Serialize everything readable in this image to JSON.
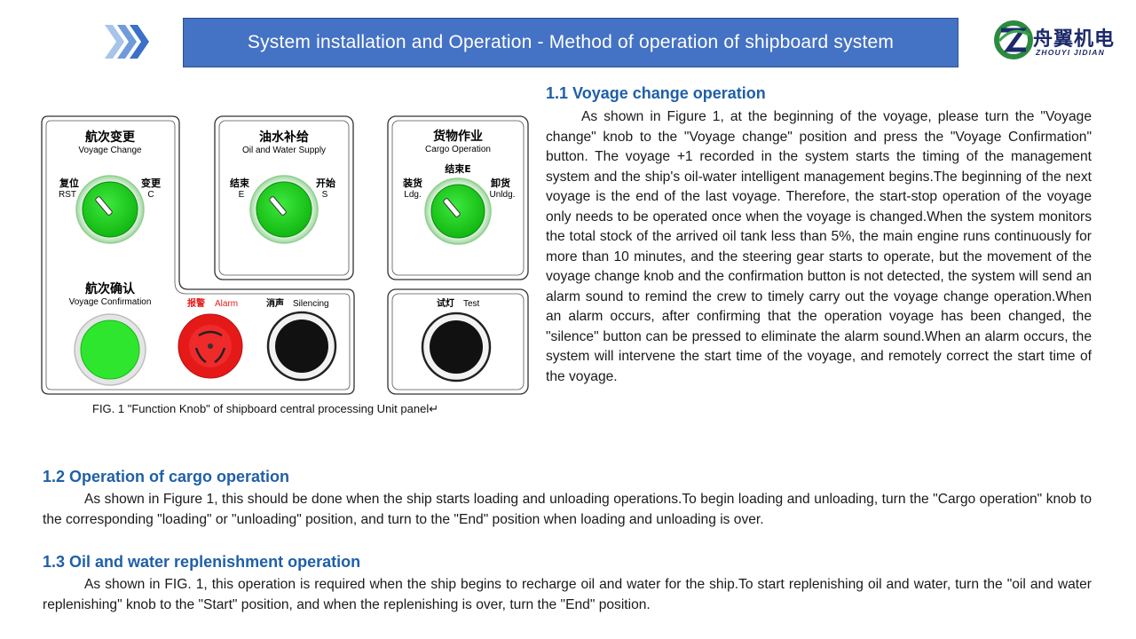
{
  "header": {
    "title": "System installation and Operation - Method of operation of shipboard system",
    "logo_cn": "舟翼机电",
    "logo_en": "ZHOUYI JIDIAN"
  },
  "figure": {
    "voyage_change": {
      "cn": "航次变更",
      "en": "Voyage Change",
      "left_cn": "复位",
      "left_en": "RST",
      "right_cn": "变更",
      "right_en": "C"
    },
    "oil_water": {
      "cn": "油水补给",
      "en": "Oil and Water Supply",
      "left_cn": "结束",
      "left_en": "E",
      "right_cn": "开始",
      "right_en": "S"
    },
    "cargo": {
      "cn": "货物作业",
      "en": "Cargo Operation",
      "top_cn": "结束E",
      "left_cn": "装货",
      "left_en": "Ldg.",
      "right_cn": "卸货",
      "right_en": "Unldg."
    },
    "confirm": {
      "cn": "航次确认",
      "en": "Voyage Confirmation"
    },
    "alarm": {
      "cn": "报警",
      "en": "Alarm"
    },
    "silencing": {
      "cn": "消声",
      "en": "Silencing"
    },
    "test": {
      "cn": "试灯",
      "en": "Test"
    },
    "caption": "FIG. 1 \"Function Knob\" of shipboard central processing Unit panel↵"
  },
  "sections": {
    "s11_heading": "1.1 Voyage change operation",
    "s11_text": "As shown in Figure 1, at the beginning of the voyage, please turn the \"Voyage change\" knob to the \"Voyage change\" position and press the \"Voyage Confirmation\" button. The voyage +1 recorded in the system starts the timing of the management system and the ship's oil-water intelligent management begins.The beginning of the next voyage is the end of the last voyage. Therefore, the start-stop operation of the voyage only needs to be operated once when the voyage is changed.When the system monitors the total stock of the arrived oil tank less than 5%, the main engine runs continuously for more than 10 minutes, and the steering gear starts to operate, but the movement of the voyage change knob and the confirmation button is not detected, the system will send an alarm sound to remind the crew to timely carry out the voyage change operation.When an alarm occurs, after confirming that the operation voyage has been changed, the \"silence\" button can be pressed to eliminate the alarm sound.When an alarm occurs, the system will intervene the start time of the voyage, and remotely correct the start time of the voyage.",
    "s12_heading": "1.2 Operation of cargo operation",
    "s12_text": "As shown in Figure 1, this should be done when the ship starts loading and unloading operations.To begin loading and unloading, turn the \"Cargo operation\" knob to the corresponding \"loading\" or \"unloading\" position, and turn to the \"End\" position when loading and unloading is over.",
    "s13_heading": "1.3 Oil and water replenishment operation",
    "s13_text": "As shown in FIG. 1, this operation is required when the ship begins to recharge oil and water for the ship.To start replenishing oil and water, turn the \"oil and water replenishing\" knob to the \"Start\" position, and when the replenishing is over, turn the \"End\" position."
  },
  "colors": {
    "title_bar": "#4472c4",
    "heading": "#1f5fa8",
    "knob_green": "#22cc22",
    "alarm_red": "#e61919"
  }
}
